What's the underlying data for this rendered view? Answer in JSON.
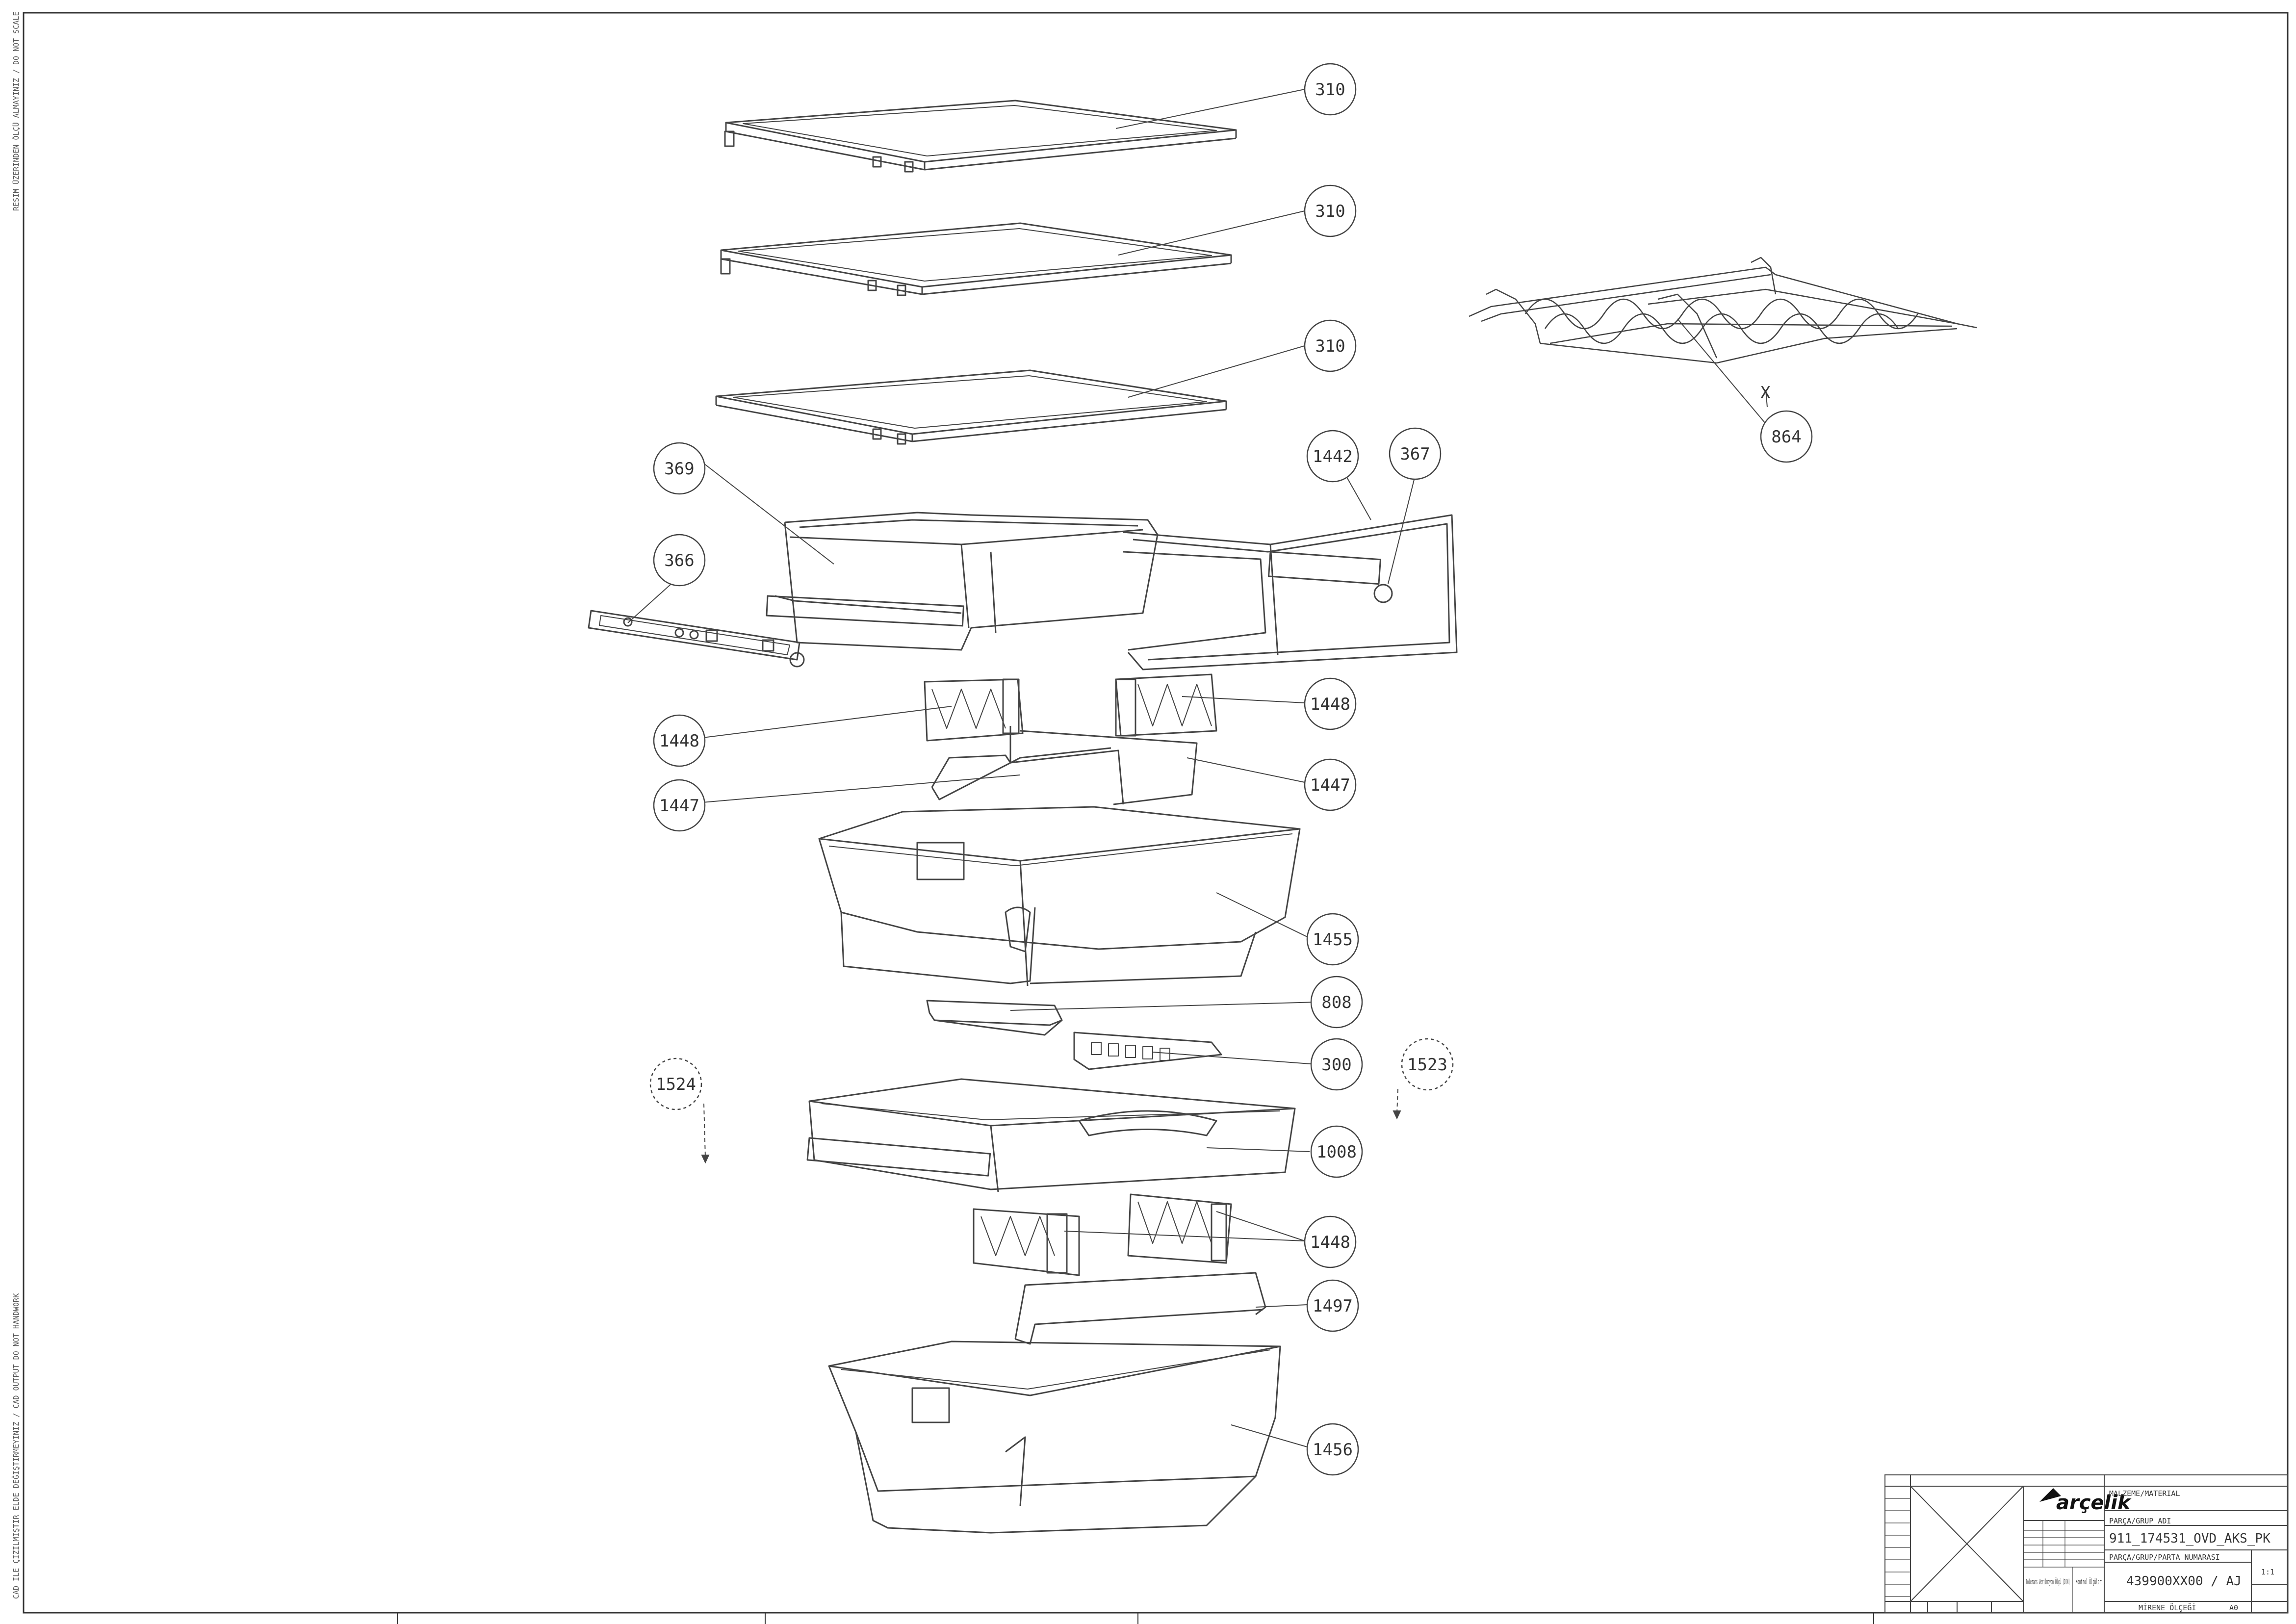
{
  "drawing": {
    "side_notes": {
      "top": "RESIM ÜZERINDEN ÖLÇÜ ALMAYINIZ / DO NOT SCALE",
      "bottom": "CAD ILE ÇIZILMIŞTIR ELDE DEĞIŞTIRMEYINIZ / CAD OUTPUT DO NOT HANDWORK"
    },
    "callouts": [
      {
        "id": "c310a",
        "label": "310"
      },
      {
        "id": "c310b",
        "label": "310"
      },
      {
        "id": "c310c",
        "label": "310"
      },
      {
        "id": "c864",
        "label": "864"
      },
      {
        "id": "c369",
        "label": "369"
      },
      {
        "id": "c366",
        "label": "366"
      },
      {
        "id": "c1442",
        "label": "1442"
      },
      {
        "id": "c367",
        "label": "367"
      },
      {
        "id": "c1448a",
        "label": "1448"
      },
      {
        "id": "c1448b",
        "label": "1448"
      },
      {
        "id": "c1447a",
        "label": "1447"
      },
      {
        "id": "c1447b",
        "label": "1447"
      },
      {
        "id": "c1455",
        "label": "1455"
      },
      {
        "id": "c808",
        "label": "808"
      },
      {
        "id": "c300",
        "label": "300"
      },
      {
        "id": "c1524",
        "label": "1524"
      },
      {
        "id": "c1523",
        "label": "1523"
      },
      {
        "id": "c1008",
        "label": "1008"
      },
      {
        "id": "c1448c",
        "label": "1448"
      },
      {
        "id": "c1497",
        "label": "1497"
      },
      {
        "id": "c1456",
        "label": "1456"
      }
    ],
    "wine_rack_mark": "X"
  },
  "title_block": {
    "brand": "arçelik",
    "material_label": "MALZEME/MATERIAL",
    "part_name_label": "PARÇA/GRUP ADI",
    "drawing_code": "911_174531_OVD_AKS_PK",
    "part_number_label": "PARÇA/GRUP/PARTA NUMARASI",
    "part_number": "439900XX00 / AJ",
    "sheet_label": "MİRENE ÖLÇEĞİ",
    "sheet_size": "A0",
    "scale": "1:1",
    "tolerance_label": "Tolerans Verilmeyen Ölçü (DIN)",
    "control_label": "Kontrol Ölçüleri"
  }
}
